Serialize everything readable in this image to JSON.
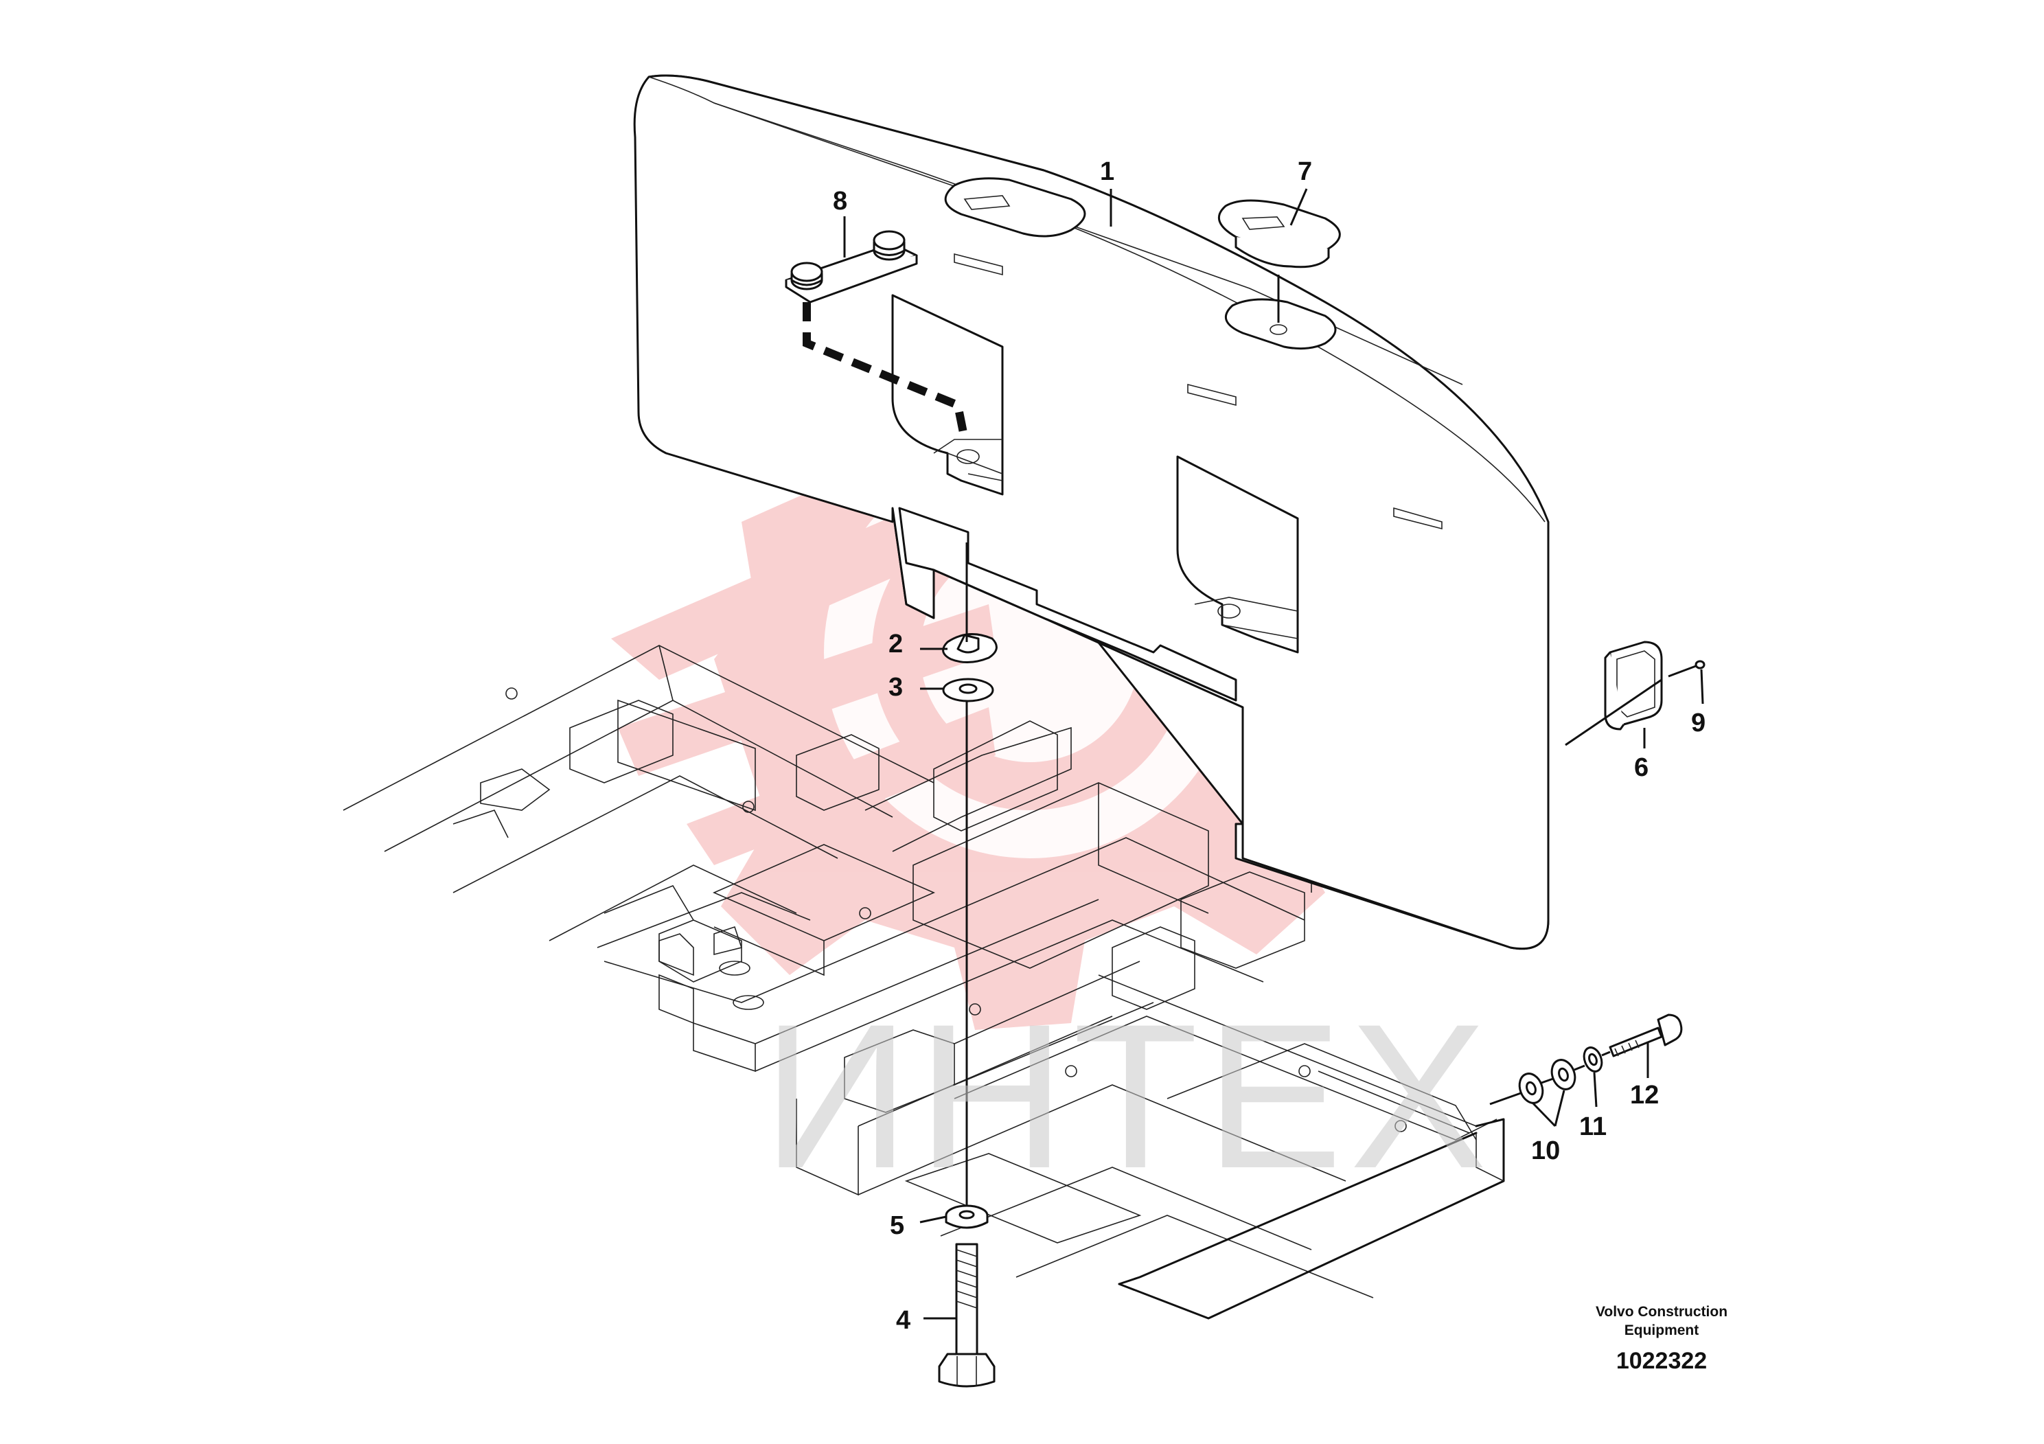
{
  "watermark": {
    "text": "ИНТЕХ",
    "logo_color": "#f8caca",
    "text_color": "#c9c9c9"
  },
  "publisher": {
    "line1": "Volvo Construction",
    "line2": "Equipment",
    "drawing_number": "1022322"
  },
  "callouts": [
    {
      "id": "1",
      "label": "1"
    },
    {
      "id": "2",
      "label": "2"
    },
    {
      "id": "3",
      "label": "3"
    },
    {
      "id": "4",
      "label": "4"
    },
    {
      "id": "5",
      "label": "5"
    },
    {
      "id": "6",
      "label": "6"
    },
    {
      "id": "7",
      "label": "7"
    },
    {
      "id": "8",
      "label": "8"
    },
    {
      "id": "9",
      "label": "9"
    },
    {
      "id": "10",
      "label": "10"
    },
    {
      "id": "11",
      "label": "11"
    },
    {
      "id": "12",
      "label": "12"
    }
  ],
  "colors": {
    "line": "#111111",
    "background": "#ffffff"
  }
}
